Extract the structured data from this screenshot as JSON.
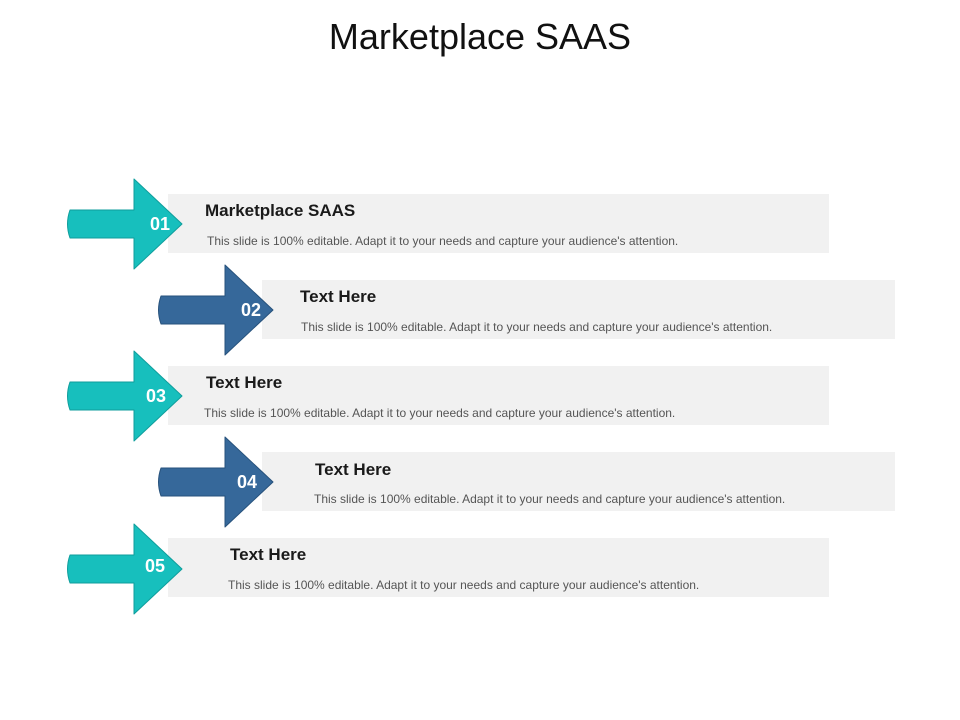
{
  "slide": {
    "title": "Marketplace SAAS"
  },
  "colors": {
    "teal": "#17bfbd",
    "blue": "#36689a",
    "bar": "#f1f1f1",
    "number": "#ffffff"
  },
  "items": [
    {
      "number": "01",
      "heading": "Marketplace SAAS",
      "text": "This slide is 100% editable. Adapt it to your needs and capture your audience's attention.",
      "color": "#17bfbd",
      "icon": "arrow-right-icon"
    },
    {
      "number": "02",
      "heading": "Text Here",
      "text": "This slide is 100% editable. Adapt it to your needs and capture your audience's attention.",
      "color": "#36689a",
      "icon": "arrow-right-icon"
    },
    {
      "number": "03",
      "heading": "Text Here",
      "text": "This slide is 100% editable. Adapt it to your needs and capture your audience's attention.",
      "color": "#17bfbd",
      "icon": "arrow-right-icon"
    },
    {
      "number": "04",
      "heading": "Text Here",
      "text": "This slide is 100% editable. Adapt it to your needs and capture your audience's attention.",
      "color": "#36689a",
      "icon": "arrow-right-icon"
    },
    {
      "number": "05",
      "heading": "Text Here",
      "text": "This slide is 100% editable. Adapt it to your needs and capture your audience's attention.",
      "color": "#17bfbd",
      "icon": "arrow-right-icon"
    }
  ]
}
